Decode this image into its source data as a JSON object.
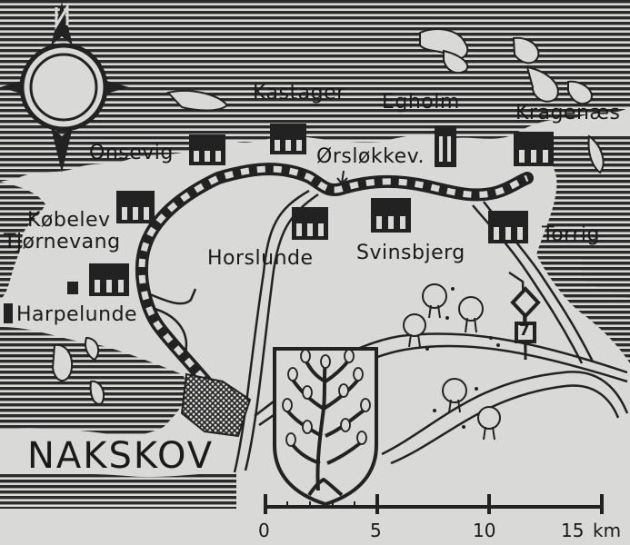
{
  "map": {
    "places": {
      "kastager": "Kastager",
      "egholm": "Egholm",
      "kragenaes": "Kragenæs",
      "onsevig": "Onsevig",
      "orslokkev": "Ørsløkkev.",
      "kobelev": "Købelev",
      "tjornevang": "Tjørnevang",
      "horslunde": "Horslunde",
      "svinsbjerg": "Svinsbjerg",
      "torrig": "Torrig",
      "harpelunde": "Harpelunde",
      "nakskov": "NAKSKOV"
    },
    "road_sign": "7",
    "scale_bar": {
      "ticks": [
        "0",
        "5",
        "10",
        "15"
      ],
      "unit": "km"
    },
    "icons": [
      "compass-rose-icon",
      "farm-building-icon",
      "tree-icon",
      "road-sign-icon",
      "coat-of-arms-icon",
      "town-hatch-icon"
    ]
  }
}
